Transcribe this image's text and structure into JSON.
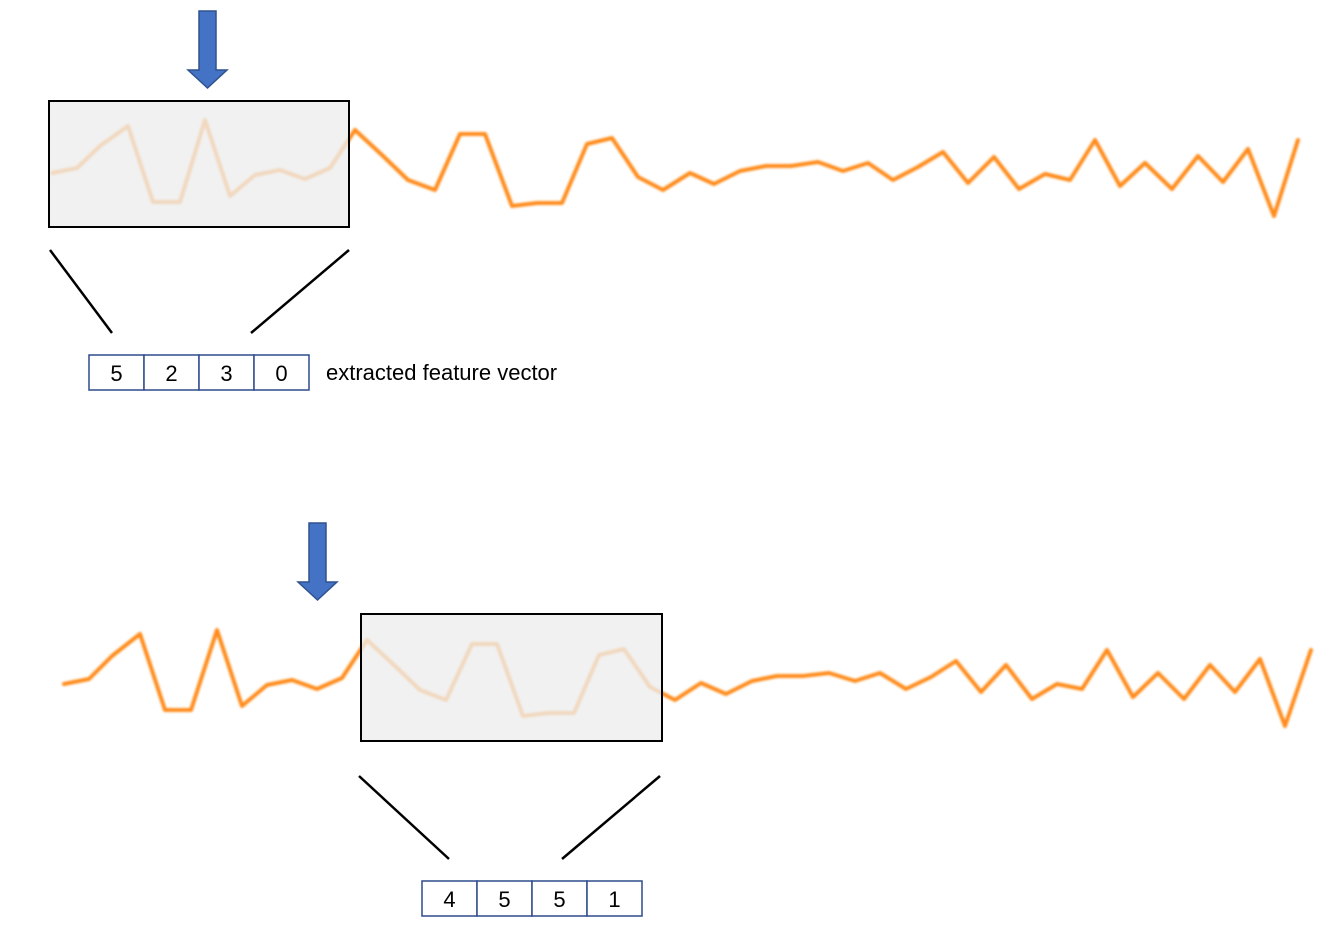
{
  "signal_color": "#FF8C1A",
  "arrow_color": "#4472C4",
  "window_fill": "#EDEDED",
  "vector_border_color": "#2F4B8C",
  "panels": [
    {
      "id": "top",
      "feature_vector": [
        "5",
        "2",
        "3",
        "0"
      ],
      "caption": "extracted feature vector"
    },
    {
      "id": "bottom",
      "feature_vector": [
        "4",
        "5",
        "5",
        "1"
      ],
      "caption": ""
    }
  ]
}
